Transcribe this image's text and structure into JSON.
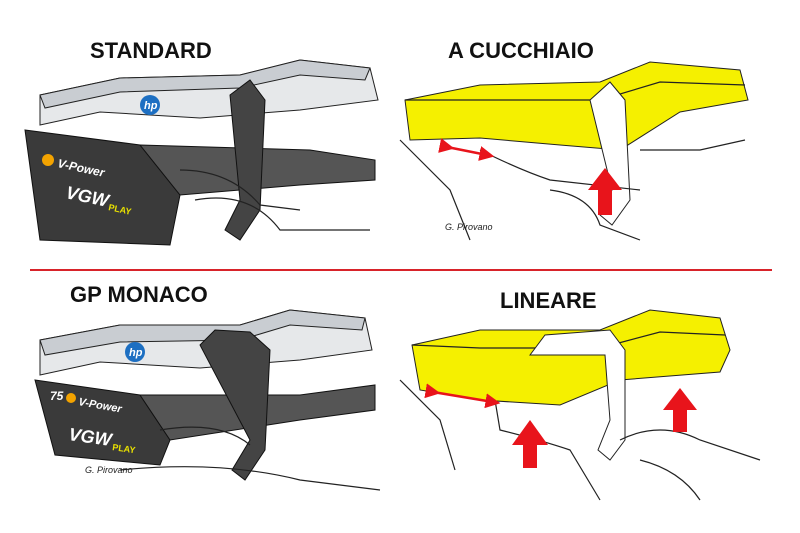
{
  "panels": [
    {
      "title": "STANDARD",
      "style": "sponsor-livery"
    },
    {
      "title": "A CUCCHIAIO",
      "style": "highlighted"
    },
    {
      "title": "GP MONACO",
      "style": "sponsor-livery"
    },
    {
      "title": "LINEARE",
      "style": "highlighted"
    }
  ],
  "credits": [
    "G. Pirovano",
    "G. Pirovano"
  ],
  "sponsors": {
    "hp": "hp",
    "vpower": "V-Power",
    "vgw": "VGW",
    "play": "PLAY",
    "anniversary": "75"
  },
  "colors": {
    "highlight": "#f5f000",
    "arrow": "#e8141b",
    "divider": "#d8232a",
    "wing_dark": "#3a3a3a",
    "wing_light": "#e6e8ea"
  }
}
